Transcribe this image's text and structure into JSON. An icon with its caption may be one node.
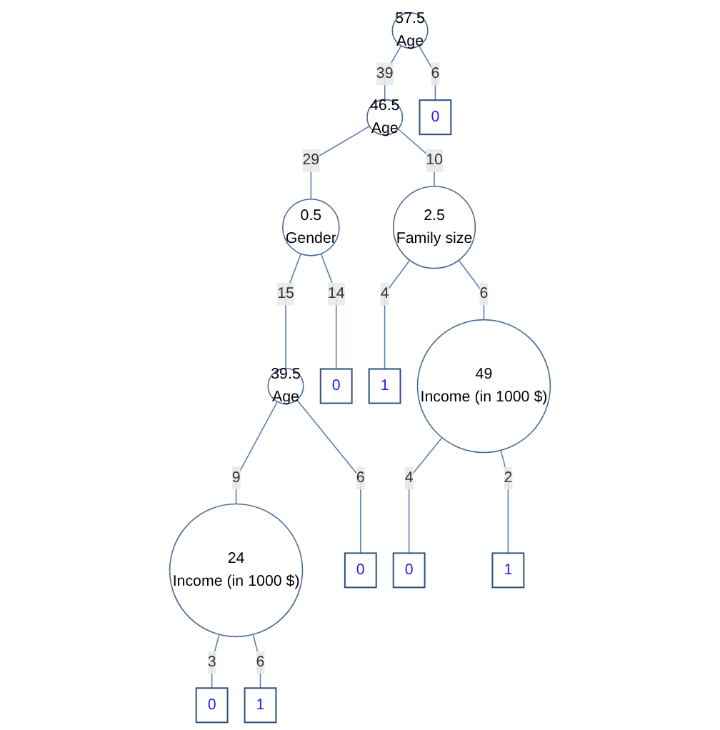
{
  "diagram": {
    "nodes": [
      {
        "text": [
          "57.5",
          "Age"
        ]
      },
      {
        "text": [
          "46.5",
          "Age"
        ]
      },
      {
        "text": [
          "0"
        ]
      },
      {
        "text": [
          "0.5",
          "Gender"
        ]
      },
      {
        "text": [
          "2.5",
          "Family size"
        ]
      },
      {
        "text": [
          "39.5",
          "Age"
        ]
      },
      {
        "text": [
          "0"
        ]
      },
      {
        "text": [
          "1"
        ]
      },
      {
        "text": [
          "49",
          "Income (in 1000 $)"
        ]
      },
      {
        "text": [
          "24",
          "Income (in 1000 $)"
        ]
      },
      {
        "text": [
          "0"
        ]
      },
      {
        "text": [
          "0"
        ]
      },
      {
        "text": [
          "1"
        ]
      },
      {
        "text": [
          "0"
        ]
      },
      {
        "text": [
          "1"
        ]
      }
    ],
    "edges": [
      {
        "from": 0,
        "to": 1,
        "arrow": "none",
        "label": "39"
      },
      {
        "from": 0,
        "to": 2,
        "arrow": "none",
        "label": "6"
      },
      {
        "from": 1,
        "to": 3,
        "arrow": "none",
        "label": "29"
      },
      {
        "from": 1,
        "to": 4,
        "arrow": "none",
        "label": "10"
      },
      {
        "from": 3,
        "to": 5,
        "arrow": "none",
        "label": "15"
      },
      {
        "from": 3,
        "to": 6,
        "arrow": "none",
        "label": "14"
      },
      {
        "from": 4,
        "to": 7,
        "arrow": "none",
        "label": "4"
      },
      {
        "from": 4,
        "to": 8,
        "arrow": "none",
        "label": "6"
      },
      {
        "from": 5,
        "to": 9,
        "arrow": "none",
        "label": "9"
      },
      {
        "from": 5,
        "to": 10,
        "arrow": "none",
        "label": "6"
      },
      {
        "from": 8,
        "to": 11,
        "arrow": "none",
        "label": "4"
      },
      {
        "from": 8,
        "to": 12,
        "arrow": "none",
        "label": "2"
      },
      {
        "from": 9,
        "to": 13,
        "arrow": "none",
        "label": "3"
      },
      {
        "from": 9,
        "to": 14,
        "arrow": "none",
        "label": "6"
      }
    ]
  }
}
